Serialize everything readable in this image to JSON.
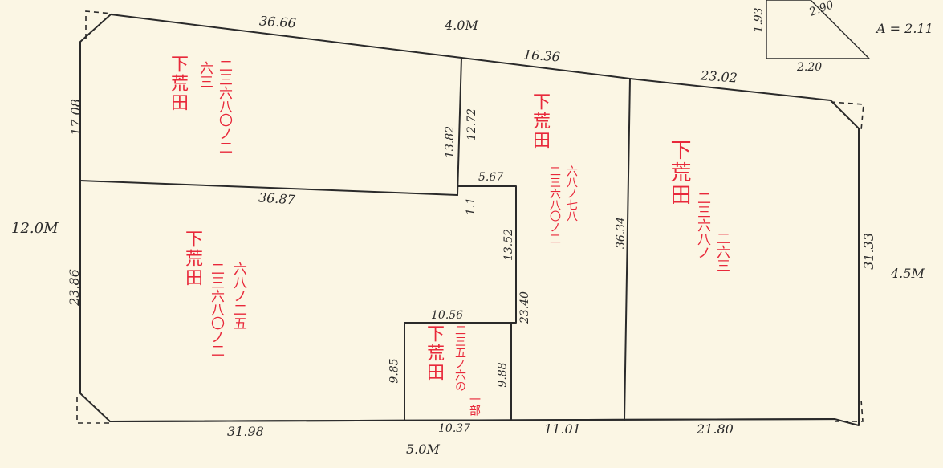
{
  "parcels": [
    {
      "land_type": "下荒田",
      "lot_line1": "二三六八〇ノ二",
      "lot_line2": "六三"
    },
    {
      "land_type": "下荒田",
      "lot_line1": "二三六八〇ノ二",
      "lot_line2": "六八ノ二五"
    },
    {
      "land_type": "下荒田",
      "lot_line1": "二三六八〇ノ二",
      "lot_line2": "六八ノ七八"
    },
    {
      "land_type": "下荒田",
      "lot_line1": "二三六八ノ",
      "lot_line2": "二六三"
    },
    {
      "land_type": "下荒田",
      "lot_line1": "二三五ノ六の",
      "lot_line2": "一部"
    }
  ],
  "dimensions": {
    "top_a": "36.66",
    "top_road": "4.0M",
    "top_b": "16.36",
    "top_c": "23.02",
    "left_top": "17.08",
    "left_bottom": "23.86",
    "road_left": "12.0M",
    "mid_h": "36.87",
    "mid_v1": "13.82",
    "mid_v2": "12.72",
    "step_h": "5.67",
    "step_v": "1.1",
    "inner_v1": "13.52",
    "inner_v2": "23.40",
    "long_v": "36.34",
    "right_v": "31.33",
    "road_right": "4.5M",
    "sub_top": "10.56",
    "sub_left": "9.85",
    "sub_right": "9.88",
    "bottom_a": "31.98",
    "bottom_b": "10.37",
    "bottom_road": "5.0M",
    "bottom_c": "11.01",
    "bottom_d": "21.80"
  },
  "triangle": {
    "side_a": "1.93",
    "side_b": "2.90",
    "side_c": "2.20",
    "area": "A = 2.11"
  }
}
